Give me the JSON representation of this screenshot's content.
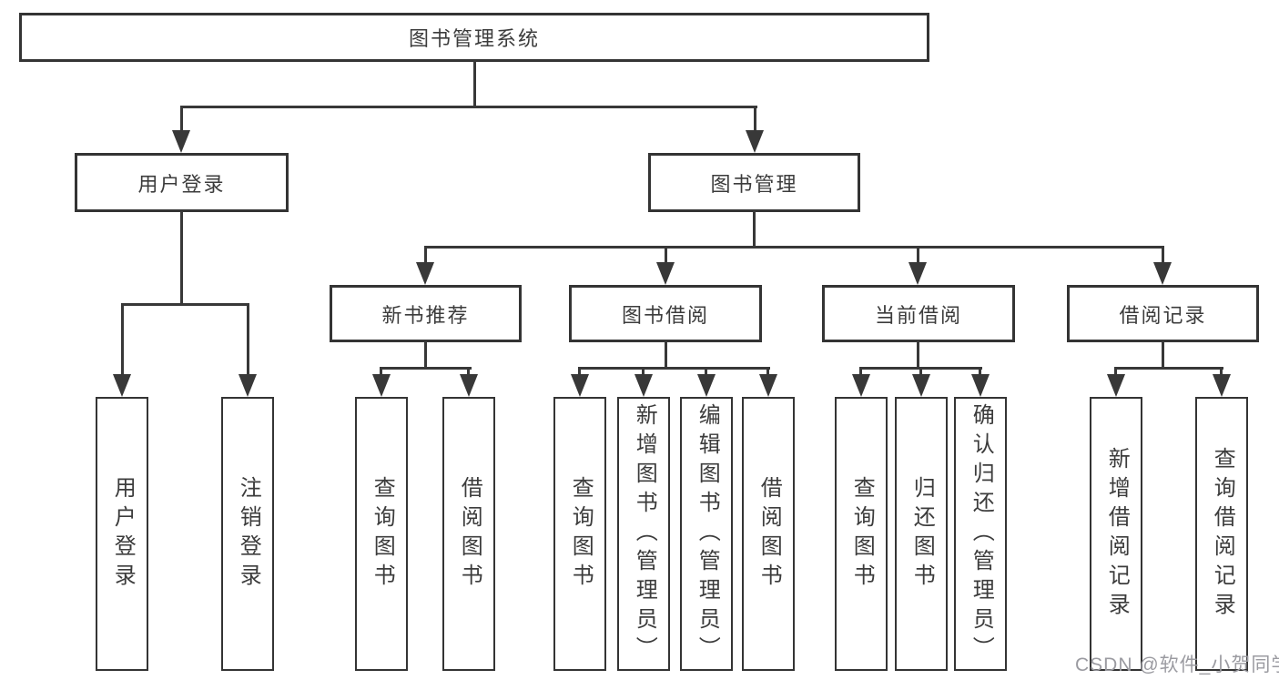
{
  "diagram_title": "图书管理系统",
  "tree": {
    "label": "图书管理系统",
    "children": [
      {
        "label": "用户登录",
        "children": [
          {
            "label": "用户登录"
          },
          {
            "label": "注销登录"
          }
        ]
      },
      {
        "label": "图书管理",
        "children": [
          {
            "label": "新书推荐",
            "children": [
              {
                "label": "查询图书"
              },
              {
                "label": "借阅图书"
              }
            ]
          },
          {
            "label": "图书借阅",
            "children": [
              {
                "label": "查询图书"
              },
              {
                "label": "新增图书（管理员）"
              },
              {
                "label": "编辑图书（管理员）"
              },
              {
                "label": "借阅图书"
              }
            ]
          },
          {
            "label": "当前借阅",
            "children": [
              {
                "label": "查询图书"
              },
              {
                "label": "归还图书"
              },
              {
                "label": "确认归还（管理员）"
              }
            ]
          },
          {
            "label": "借阅记录",
            "children": [
              {
                "label": "新增借阅记录"
              },
              {
                "label": "查询借阅记录"
              }
            ]
          }
        ]
      }
    ]
  },
  "watermark": {
    "text": "CSDN @软件_小贺同学"
  },
  "colors": {
    "background": "#ffffff",
    "line": "#383838",
    "box_border": "#343434",
    "text": "#3c3c3c",
    "watermark": "#9b9ba1"
  }
}
